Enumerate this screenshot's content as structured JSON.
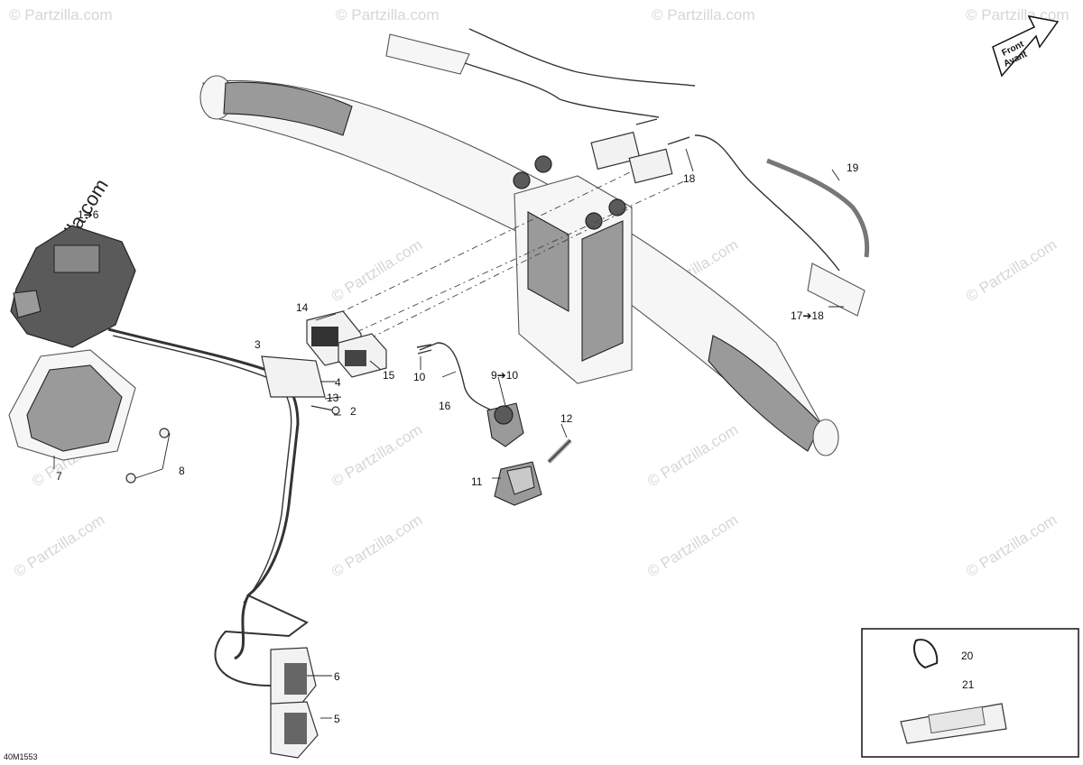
{
  "watermark": {
    "text": "© Partzilla.com",
    "brand_text": "© Partzilla.com"
  },
  "direction_arrow": {
    "line1": "Front",
    "line2": "Avant"
  },
  "reference_code": "40M1553",
  "callouts": {
    "c1_6": "1➔6",
    "c2": "2",
    "c3": "3",
    "c4": "4",
    "c5": "5",
    "c6": "6",
    "c7": "7",
    "c8": "8",
    "c9_10": "9➔10",
    "c10": "10",
    "c11": "11",
    "c12": "12",
    "c13": "13",
    "c14": "14",
    "c15": "15",
    "c16": "16",
    "c17_18": "17➔18",
    "c18": "18",
    "c19": "19",
    "c20": "20",
    "c21": "21"
  },
  "colors": {
    "line": "#333333",
    "fill_light": "#f2f2f2",
    "fill_dark": "#5a5a5a",
    "watermark": "#cfcfcf"
  }
}
